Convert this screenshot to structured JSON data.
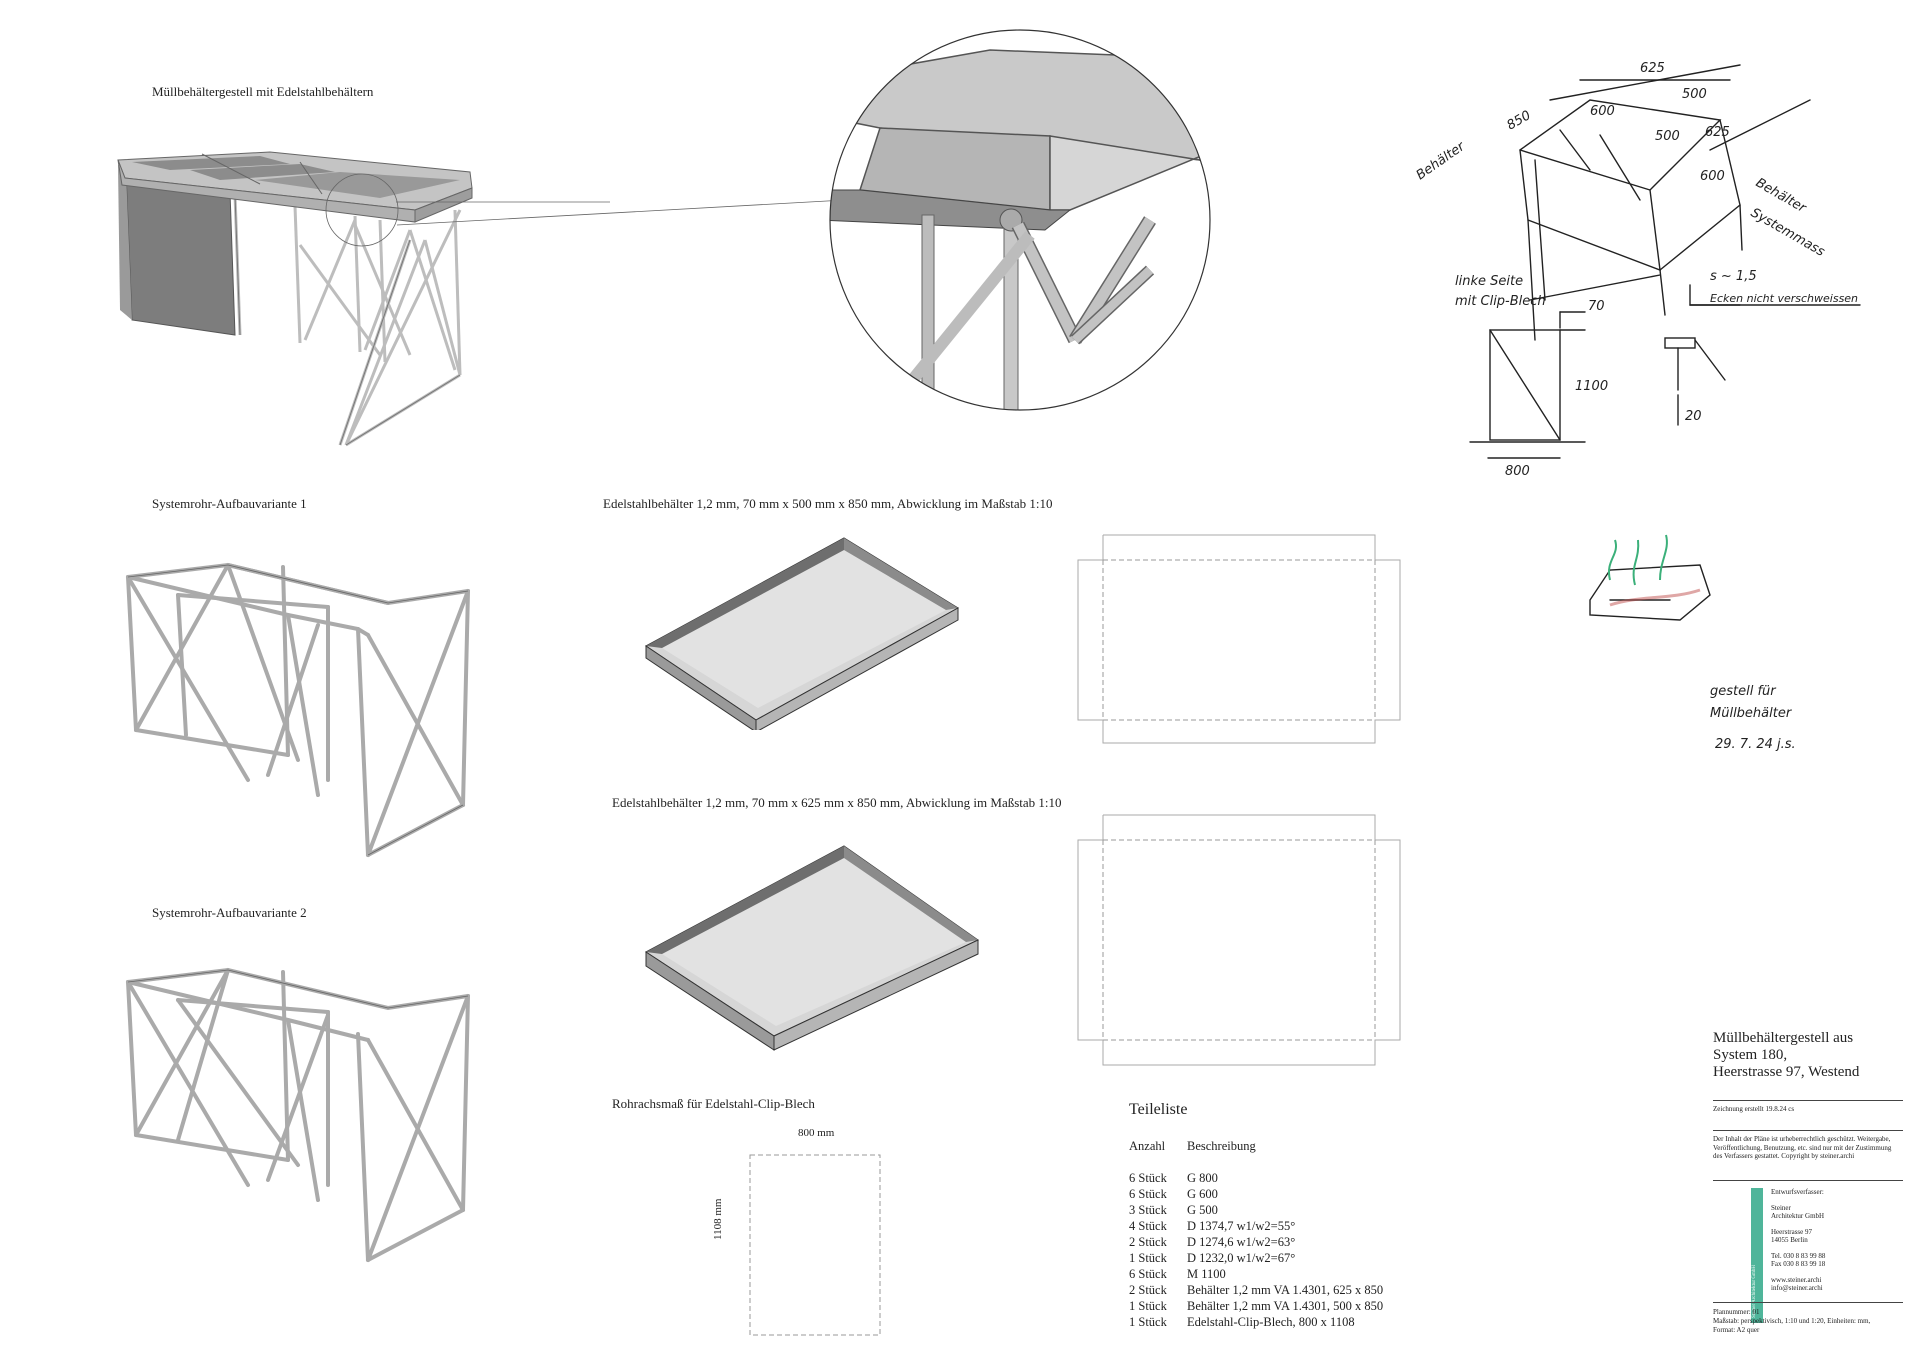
{
  "captions": {
    "main": "Müllbehältergestell mit Edelstahlbehältern",
    "variant1": "Systemrohr-Aufbauvariante 1",
    "variant2": "Systemrohr-Aufbauvariante 2",
    "tray1": "Edelstahlbehälter 1,2 mm, 70 mm x 500 mm x 850 mm, Abwicklung im Maßstab 1:10",
    "tray2": "Edelstahlbehälter 1,2 mm, 70 mm x 625 mm x 850 mm, Abwicklung im Maßstab 1:10",
    "clip": "Rohrachsmaß für Edelstahl-Clip-Blech"
  },
  "clip_dims": {
    "width": "800 mm",
    "height": "1108 mm"
  },
  "parts": {
    "title": "Teileliste",
    "header": {
      "qty": "Anzahl",
      "desc": "Beschreibung"
    },
    "rows": [
      {
        "qty": "6 Stück",
        "desc": "G 800"
      },
      {
        "qty": "6 Stück",
        "desc": "G 600"
      },
      {
        "qty": "3 Stück",
        "desc": "G 500"
      },
      {
        "qty": "4 Stück",
        "desc": "D 1374,7   w1/w2=55°"
      },
      {
        "qty": "2 Stück",
        "desc": "D 1274,6   w1/w2=63°"
      },
      {
        "qty": "1 Stück",
        "desc": "D 1232,0   w1/w2=67°"
      },
      {
        "qty": "6 Stück",
        "desc": "M 1100"
      },
      {
        "qty": "2 Stück",
        "desc": "Behälter 1,2 mm VA 1.4301, 625 x 850"
      },
      {
        "qty": "1 Stück",
        "desc": "Behälter 1,2 mm VA 1.4301, 500 x 850"
      },
      {
        "qty": "1 Stück",
        "desc": "Edelstahl-Clip-Blech, 800 x 1108"
      }
    ]
  },
  "title_block": {
    "title_line1": "Müllbehältergestell aus",
    "title_line2": "System 180,",
    "title_line3": "Heerstrasse 97, Westend",
    "created": "Zeichnung erstellt 19.8.24 cs",
    "copyright": "Der Inhalt der Pläne ist urheberrechtlich geschützt. Weitergabe, Veröffentlichung, Benutzung, etc. sind nur mit der Zustimmung des Verfassers gestattet. Copyright by steiner.archi",
    "author_label": "Entwurfsverfasser:",
    "company1": "Steiner",
    "company2": "Architektur GmbH",
    "address1": "Heerstrasse 97",
    "address2": "14055 Berlin",
    "phone": "Tel. 030 8 83 99 88",
    "fax": "Fax 030 8 83 99 18",
    "web": "www.steiner.archi",
    "email": "info@steiner.archi",
    "logo_text": "Steiner Architektur GmbH",
    "plan_number": "Plannummer: 01",
    "scale": "Maßstab: perspektivisch, 1:10 und 1:20, Einheiten: mm,",
    "format": "Format: A2 quer",
    "accent_color": "#4fb59a"
  },
  "sketch": {
    "dims": [
      "625",
      "500",
      "625",
      "850",
      "600",
      "500",
      "600",
      "70",
      "1100",
      "800",
      "20"
    ],
    "notes": {
      "behaelter_left": "Behälter",
      "behaelter_right": "Behälter",
      "systemmass": "Systemmass",
      "linke_seite": "linke Seite",
      "clip_blech": "mit Clip-Blech",
      "s_thickness": "s ~ 1,5",
      "ecken": "Ecken nicht verschweissen",
      "gestell1": "gestell für",
      "gestell2": "Müllbehälter",
      "date": "29. 7. 24  j.s."
    }
  }
}
